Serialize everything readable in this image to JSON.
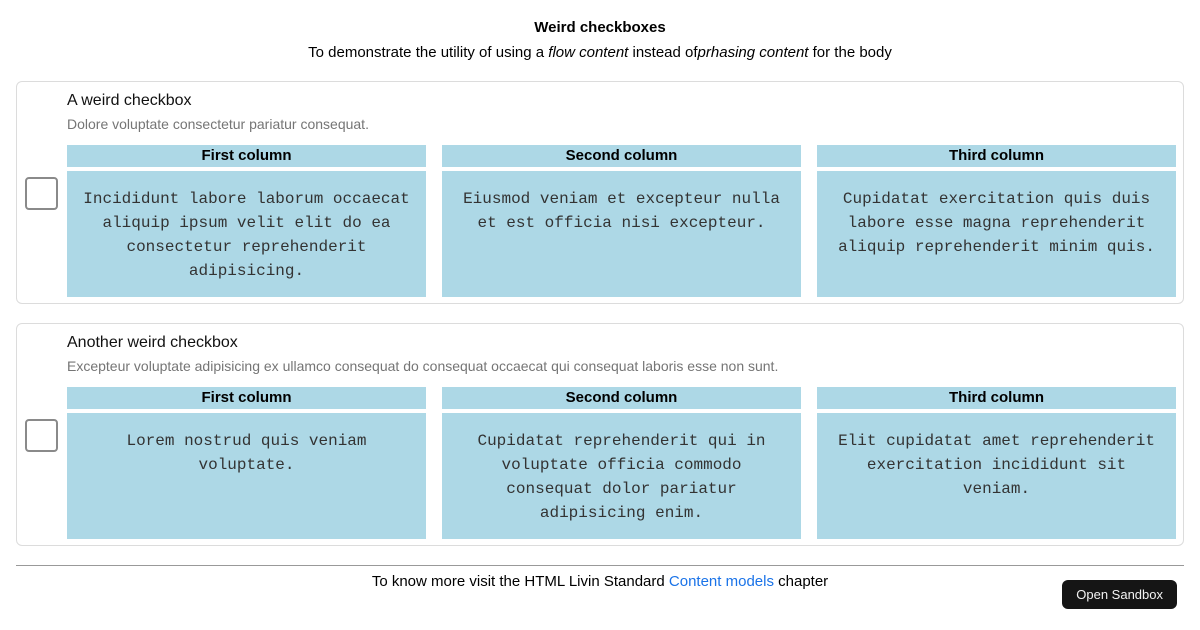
{
  "header": {
    "title": "Weird checkboxes",
    "subtitle_pre": "To demonstrate the utility of using a ",
    "subtitle_italic1": "flow content",
    "subtitle_mid": " instead of",
    "subtitle_italic2": "prhasing content",
    "subtitle_post": " for the body"
  },
  "colors": {
    "accent": "#ADD8E6",
    "link": "#1a73e8",
    "button_bg": "#151515"
  },
  "cards": [
    {
      "title": "A weird checkbox",
      "description": "Dolore voluptate consectetur pariatur consequat.",
      "columns": [
        {
          "header": "First column",
          "body": "Incididunt labore laborum occaecat aliquip ipsum velit elit do ea consectetur reprehenderit adipisicing."
        },
        {
          "header": "Second column",
          "body": "Eiusmod veniam et excepteur nulla et est officia nisi excepteur."
        },
        {
          "header": "Third column",
          "body": "Cupidatat exercitation quis duis labore esse magna reprehenderit aliquip reprehenderit minim quis."
        }
      ]
    },
    {
      "title": "Another weird checkbox",
      "description": "Excepteur voluptate adipisicing ex ullamco consequat do consequat occaecat qui consequat laboris esse non sunt.",
      "columns": [
        {
          "header": "First column",
          "body": "Lorem nostrud quis veniam voluptate."
        },
        {
          "header": "Second column",
          "body": "Cupidatat reprehenderit qui in voluptate officia commodo consequat dolor pariatur adipisicing enim."
        },
        {
          "header": "Third column",
          "body": "Elit cupidatat amet reprehenderit exercitation incididunt sit veniam."
        }
      ]
    }
  ],
  "footer": {
    "text_pre": "To know more visit the HTML Livin Standard ",
    "link_label": "Content models",
    "text_post": " chapter"
  },
  "sandbox_button_label": "Open Sandbox"
}
